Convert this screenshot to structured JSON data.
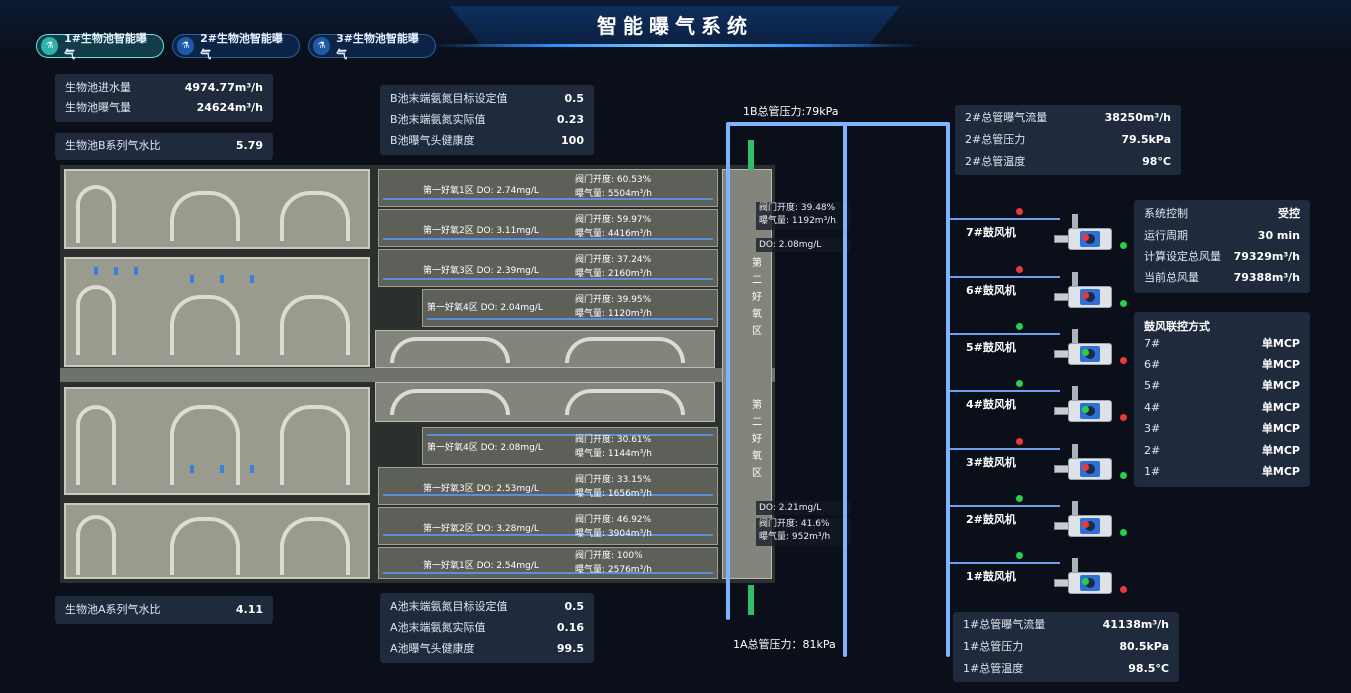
{
  "header": {
    "title": "智能曝气系统"
  },
  "tabs": [
    {
      "label": "1#生物池智能曝气",
      "icon": "flask-icon"
    },
    {
      "label": "2#生物池智能曝气",
      "icon": "flask-icon"
    },
    {
      "label": "3#生物池智能曝气",
      "icon": "flask-icon"
    }
  ],
  "bio": {
    "inflow_label": "生物池进水量",
    "inflow_value": "4974.77m³/h",
    "aeration_label": "生物池曝气量",
    "aeration_value": "24624m³/h",
    "b_ratio_label": "生物池B系列气水比",
    "b_ratio_value": "5.79",
    "a_ratio_label": "生物池A系列气水比",
    "a_ratio_value": "4.11"
  },
  "b_pool": {
    "rows": [
      {
        "k": "B池末端氨氮目标设定值",
        "v": "0.5"
      },
      {
        "k": "B池末端氨氮实际值",
        "v": "0.23"
      },
      {
        "k": "B池曝气头健康度",
        "v": "100"
      }
    ]
  },
  "a_pool": {
    "rows": [
      {
        "k": "A池末端氨氮目标设定值",
        "v": "0.5"
      },
      {
        "k": "A池末端氨氮实际值",
        "v": "0.16"
      },
      {
        "k": "A池曝气头健康度",
        "v": "99.5"
      }
    ]
  },
  "zones_b": [
    {
      "do": "第一好氧1区 DO: 2.74mg/L",
      "valve": "阀门开度: 60.53%",
      "air": "曝气量: 5504m³/h"
    },
    {
      "do": "第一好氧2区 DO: 3.11mg/L",
      "valve": "阀门开度: 59.97%",
      "air": "曝气量: 4416m³/h"
    },
    {
      "do": "第一好氧3区 DO: 2.39mg/L",
      "valve": "阀门开度: 37.24%",
      "air": "曝气量: 2160m³/h"
    },
    {
      "do": "第一好氧4区 DO: 2.04mg/L",
      "valve": "阀门开度: 39.95%",
      "air": "曝气量: 1120m³/h"
    }
  ],
  "zones_a": [
    {
      "do": "第一好氧4区 DO: 2.08mg/L",
      "valve": "阀门开度: 30.61%",
      "air": "曝气量: 1144m³/h"
    },
    {
      "do": "第一好氧3区 DO: 2.53mg/L",
      "valve": "阀门开度: 33.15%",
      "air": "曝气量: 1656m³/h"
    },
    {
      "do": "第一好氧2区 DO: 3.28mg/L",
      "valve": "阀门开度: 46.92%",
      "air": "曝气量: 3904m³/h"
    },
    {
      "do": "第一好氧1区 DO: 2.54mg/L",
      "valve": "阀门开度: 100%",
      "air": "曝气量: 2576m³/h"
    }
  ],
  "second_aerobic": {
    "label_chars": [
      "第",
      "二",
      "好",
      "氧",
      "区"
    ],
    "b_valve": "阀门开度: 39.48%",
    "b_air": "曝气量: 1192m³/h",
    "b_do": "DO: 2.08mg/L",
    "a_do": "DO: 2.21mg/L",
    "a_valve": "阀门开度: 41.6%",
    "a_air": "曝气量: 952m³/h"
  },
  "pressures": {
    "b": "1B总管压力:79kPa",
    "a": "1A总管压力：81kPa"
  },
  "main2": {
    "rows": [
      {
        "k": "2#总管曝气流量",
        "v": "38250m³/h"
      },
      {
        "k": "2#总管压力",
        "v": "79.5kPa"
      },
      {
        "k": "2#总管温度",
        "v": "98°C"
      }
    ]
  },
  "main1": {
    "rows": [
      {
        "k": "1#总管曝气流量",
        "v": "41138m³/h"
      },
      {
        "k": "1#总管压力",
        "v": "80.5kPa"
      },
      {
        "k": "1#总管温度",
        "v": "98.5°C"
      }
    ]
  },
  "control": {
    "rows": [
      {
        "k": "系统控制",
        "v": "受控"
      },
      {
        "k": "运行周期",
        "v": "30 min"
      },
      {
        "k": "计算设定总风量",
        "v": "79329m³/h"
      },
      {
        "k": "当前总风量",
        "v": "79388m³/h"
      }
    ]
  },
  "linkage": {
    "title": "鼓风联控方式",
    "rows": [
      {
        "k": "7#",
        "v": "单MCP"
      },
      {
        "k": "6#",
        "v": "单MCP"
      },
      {
        "k": "5#",
        "v": "单MCP"
      },
      {
        "k": "4#",
        "v": "单MCP"
      },
      {
        "k": "3#",
        "v": "单MCP"
      },
      {
        "k": "2#",
        "v": "单MCP"
      },
      {
        "k": "1#",
        "v": "单MCP"
      }
    ]
  },
  "blowers": [
    {
      "label": "7#鼓风机",
      "status": [
        "red",
        "red",
        "green"
      ]
    },
    {
      "label": "6#鼓风机",
      "status": [
        "red",
        "red",
        "green"
      ]
    },
    {
      "label": "5#鼓风机",
      "status": [
        "green",
        "green",
        "red"
      ]
    },
    {
      "label": "4#鼓风机",
      "status": [
        "green",
        "green",
        "red"
      ]
    },
    {
      "label": "3#鼓风机",
      "status": [
        "red",
        "red",
        "green"
      ]
    },
    {
      "label": "2#鼓风机",
      "status": [
        "green",
        "red",
        "green"
      ]
    },
    {
      "label": "1#鼓风机",
      "status": [
        "green",
        "green",
        "red"
      ]
    }
  ],
  "colors": {
    "accent": "#7fb2ff",
    "panel": "#222c40",
    "green": "#27d04b",
    "red": "#e83a3a",
    "active_tab": "#6ee0d6"
  }
}
